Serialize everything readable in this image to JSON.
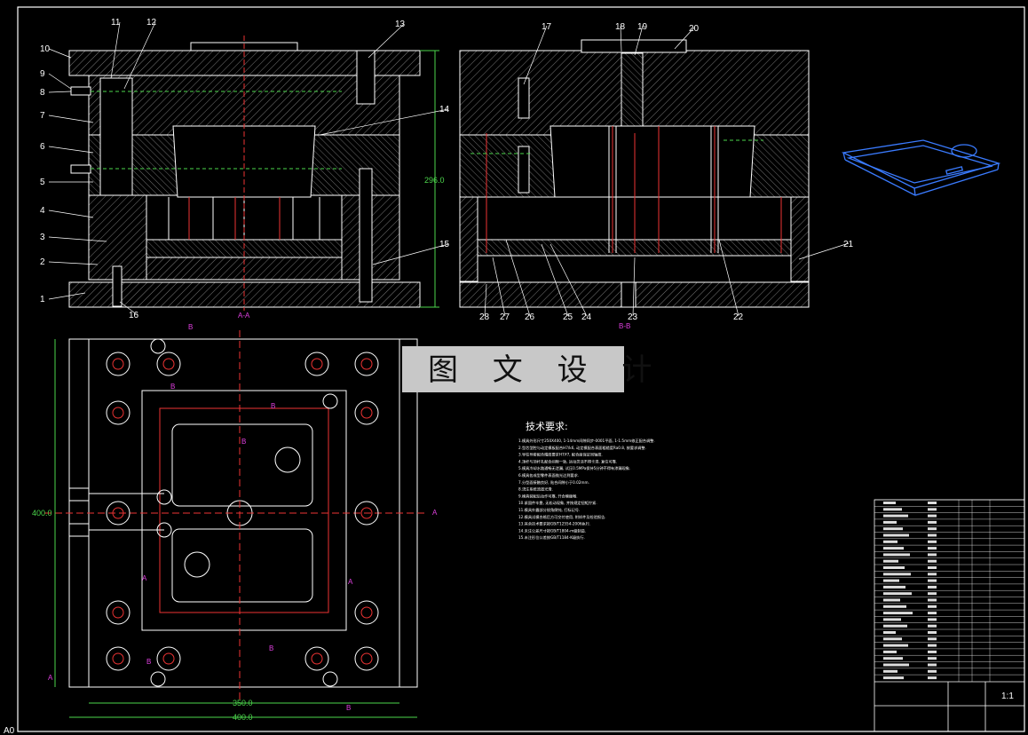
{
  "watermark": "图 文 设 计",
  "sections": {
    "view_a": "A-A",
    "view_b": "B-B"
  },
  "part_numbers_left": [
    "1",
    "2",
    "3",
    "4",
    "5",
    "6",
    "7",
    "8",
    "9",
    "10",
    "11",
    "12",
    "13",
    "14",
    "15",
    "16"
  ],
  "part_numbers_right": [
    "17",
    "18",
    "19",
    "20",
    "21",
    "22",
    "23",
    "24",
    "25",
    "26",
    "27",
    "28"
  ],
  "dimensions": {
    "height": "296.0",
    "plan_height": "400.0",
    "width_inner": "350.0",
    "width_outer": "400.0"
  },
  "section_marks": [
    "A",
    "A",
    "A",
    "A",
    "B",
    "B",
    "B",
    "B",
    "B",
    "B",
    "B"
  ],
  "tech": {
    "heading": "技术要求:",
    "items": [
      "1.模具外形尺寸250X400, 1-14mm间隙同步-0001平面, 1-1.5mm修正配合调整.",
      "2.型芯型腔与动定模板配合H7/k6, 动定模配合表面粗糙度Ra0.8, 按要求调整.",
      "3.导柱导套配合精度要求H7/f7, 配合面保证同轴度.",
      "4.顶杆与顶杆孔配合间隙一致, 运动灵活不得卡滞, 复位可靠.",
      "5.模具冷却水路通畅无泄漏, 试压0.5MPa保持5分钟不得有渗漏现象.",
      "6.模具各成型零件表面抛光达到要求.",
      "7.分型面接触良好, 贴合间隙小于0.02mm.",
      "8.浇注系统流道光滑.",
      "9.模具装配后动作可靠, 开合模顺畅.",
      "10.紧固件牢靠, 无松动现象, 并按规定扭矩拧紧.",
      "11.模具外露部分锐角倒钝, 打标记号.",
      "12.模具试模合格后方可交付使用, 附样件及检验报告.",
      "13.其余技术要求按GB/T12554-2006执行.",
      "14.未注公差尺寸按GB/T1804-m级制造.",
      "15.未注形位公差按GB/T1184-K级执行."
    ]
  },
  "title_block": {
    "sheet": "1:1",
    "mark": "A0"
  }
}
